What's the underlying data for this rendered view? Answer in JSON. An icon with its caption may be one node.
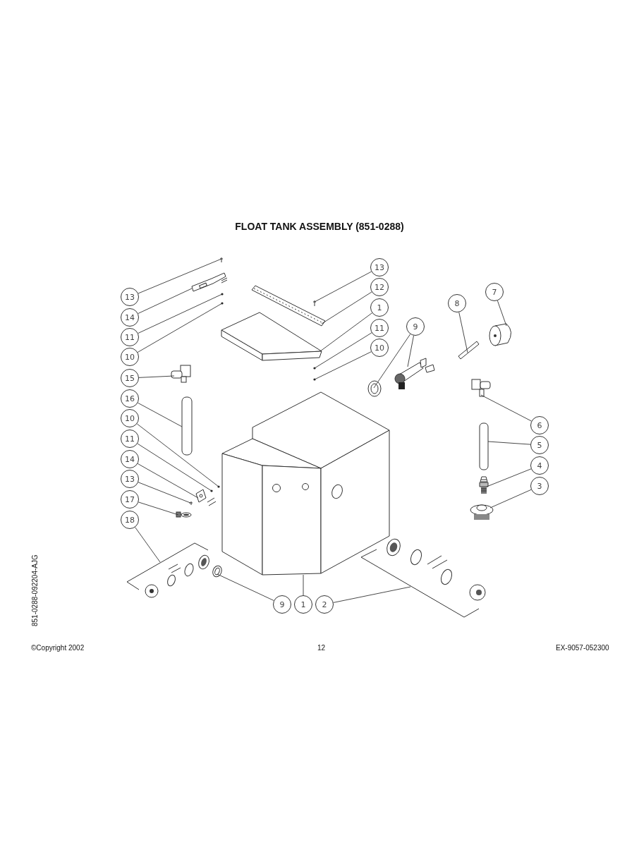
{
  "diagram": {
    "title": "FLOAT TANK ASSEMBLY (851-0288)",
    "nodes": [
      {
        "text": [
          "13"
        ]
      },
      {
        "text": [
          "14"
        ]
      },
      {
        "text": [
          "11"
        ]
      },
      {
        "text": [
          "10"
        ]
      },
      {
        "text": [
          "13"
        ]
      },
      {
        "text": [
          "12"
        ]
      },
      {
        "text": [
          "1"
        ]
      },
      {
        "text": [
          "11"
        ]
      },
      {
        "text": [
          "10"
        ]
      },
      {
        "text": [
          "9"
        ]
      },
      {
        "text": [
          "8"
        ]
      },
      {
        "text": [
          "7"
        ]
      },
      {
        "text": [
          "15"
        ]
      },
      {
        "text": [
          "16"
        ]
      },
      {
        "text": [
          "10"
        ]
      },
      {
        "text": [
          "11"
        ]
      },
      {
        "text": [
          "14"
        ]
      },
      {
        "text": [
          "13"
        ]
      },
      {
        "text": [
          "17"
        ]
      },
      {
        "text": [
          "18"
        ]
      },
      {
        "text": [
          "9"
        ]
      },
      {
        "text": [
          "1"
        ]
      },
      {
        "text": [
          "2"
        ]
      },
      {
        "text": [
          "6"
        ]
      },
      {
        "text": [
          "5"
        ]
      },
      {
        "text": [
          "4"
        ]
      },
      {
        "text": [
          "3"
        ]
      },
      {
        "text": [],
        "shape": "picture"
      },
      {
        "text": [],
        "shape": "picture"
      },
      {
        "text": [],
        "shape": "circle"
      },
      {
        "text": [],
        "shape": "circle"
      },
      {
        "text": [],
        "shape": "picture"
      },
      {
        "text": [],
        "shape": "picture"
      },
      {
        "text": [],
        "shape": "picture"
      },
      {
        "text": [],
        "shape": "circle"
      },
      {
        "text": [],
        "shape": "circle"
      },
      {
        "text": [],
        "shape": "picture"
      },
      {
        "text": [],
        "shape": "picture"
      },
      {
        "text": [],
        "shape": "cylinder"
      },
      {
        "text": [],
        "shape": "cylinder"
      },
      {
        "text": [],
        "shape": "picture"
      },
      {
        "text": [],
        "shape": "cylinder"
      },
      {
        "text": [],
        "shape": "circle"
      },
      {
        "text": [],
        "shape": "circle"
      },
      {
        "text": [],
        "shape": "picture"
      },
      {
        "text": [],
        "shape": "picture"
      },
      {
        "text": [],
        "shape": "picture"
      },
      {
        "text": [],
        "shape": "picture"
      },
      {
        "text": [],
        "shape": "picture"
      },
      {
        "text": [],
        "shape": "picture"
      },
      {
        "text": [],
        "shape": "cylinder"
      },
      {
        "text": [],
        "shape": "picture"
      },
      {
        "text": [],
        "shape": "picture"
      }
    ],
    "edges": [
      {
        "from": 0,
        "to": 27,
        "arrow": "none"
      },
      {
        "from": 1,
        "to": 28,
        "arrow": "none"
      },
      {
        "from": 2,
        "to": 29,
        "arrow": "none"
      },
      {
        "from": 3,
        "to": 30,
        "arrow": "none"
      },
      {
        "from": 4,
        "to": 31,
        "arrow": "none"
      },
      {
        "from": 5,
        "to": 32,
        "arrow": "none"
      },
      {
        "from": 6,
        "to": 33,
        "arrow": "none"
      },
      {
        "from": 7,
        "to": 34,
        "arrow": "none"
      },
      {
        "from": 8,
        "to": 35,
        "arrow": "none"
      },
      {
        "from": 9,
        "to": 36,
        "arrow": "none"
      },
      {
        "from": 9,
        "to": 37,
        "arrow": "none"
      },
      {
        "from": 10,
        "to": 38,
        "arrow": "none"
      },
      {
        "from": 11,
        "to": 39,
        "arrow": "none"
      },
      {
        "from": 12,
        "to": 40,
        "arrow": "none"
      },
      {
        "from": 13,
        "to": 41,
        "arrow": "none"
      },
      {
        "from": 14,
        "to": 42,
        "arrow": "none"
      },
      {
        "from": 15,
        "to": 43,
        "arrow": "none"
      },
      {
        "from": 16,
        "to": 44,
        "arrow": "none"
      },
      {
        "from": 17,
        "to": 45,
        "arrow": "none"
      },
      {
        "from": 18,
        "to": 46,
        "arrow": "none"
      },
      {
        "from": 19,
        "to": null,
        "arrow": "none"
      },
      {
        "from": 20,
        "to": 47,
        "arrow": "none"
      },
      {
        "from": 21,
        "to": 48,
        "arrow": "none"
      },
      {
        "from": 22,
        "to": null,
        "arrow": "none"
      },
      {
        "from": 23,
        "to": 49,
        "arrow": "none"
      },
      {
        "from": 24,
        "to": 50,
        "arrow": "none"
      },
      {
        "from": 25,
        "to": 51,
        "arrow": "none"
      },
      {
        "from": 26,
        "to": 52,
        "arrow": "none"
      }
    ],
    "labels": [
      "851-0288-092204-AJG",
      "©Copyright 2002",
      "12",
      "EX-9057-052300"
    ]
  }
}
